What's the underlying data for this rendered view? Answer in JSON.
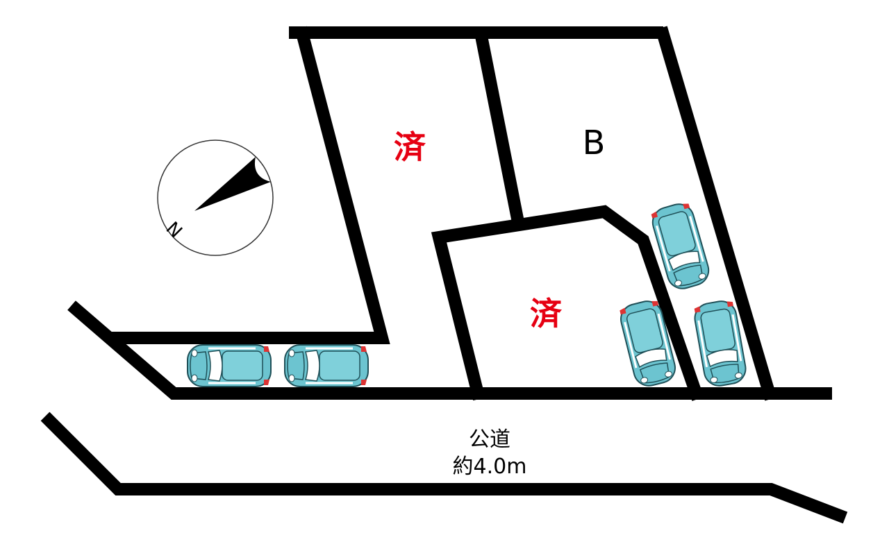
{
  "lots": [
    {
      "id": "left",
      "label": "済",
      "status": "sold"
    },
    {
      "id": "b",
      "label": "B",
      "status": "available"
    },
    {
      "id": "middle",
      "label": "済",
      "status": "sold"
    }
  ],
  "road": {
    "name": "公道",
    "width": "約4.0m"
  },
  "compass": {
    "north_label": "N"
  },
  "colors": {
    "sold": "#e60012",
    "car": "#6cc4d0",
    "line": "#000000"
  }
}
